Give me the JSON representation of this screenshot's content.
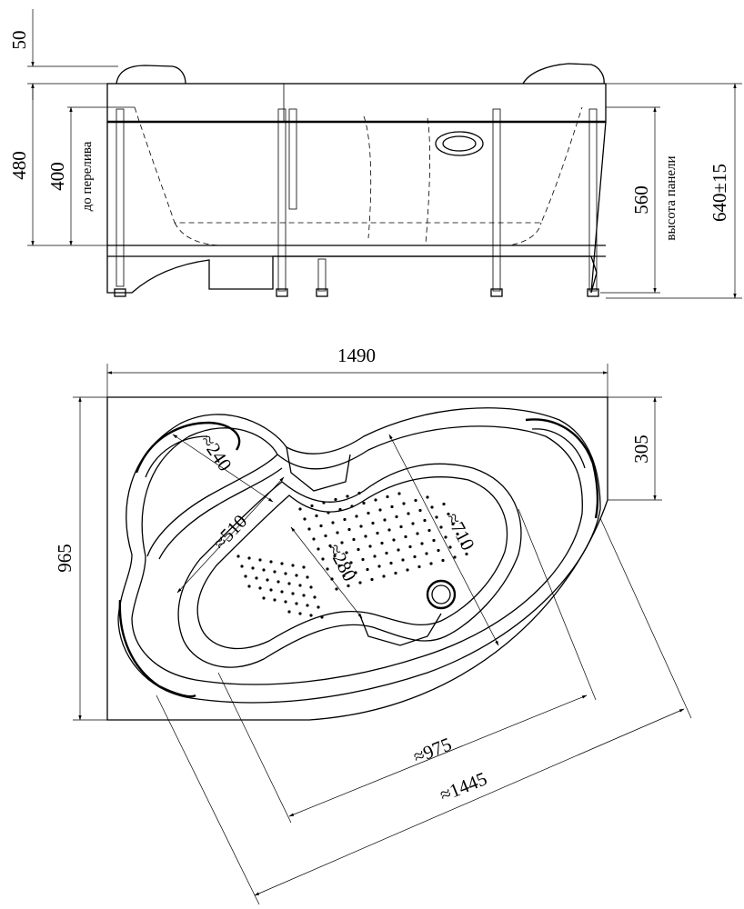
{
  "side_view": {
    "dim_rim_height": "50",
    "dim_tub_height": "480",
    "dim_overflow_height": "400",
    "overflow_label": "до перелива",
    "dim_panel_height": "560",
    "panel_label": "высота панели",
    "dim_total_height": "640±15"
  },
  "top_view": {
    "dim_length": "1490",
    "dim_width": "965",
    "dim_right_depth": "305",
    "dim_headrest": "≈240",
    "dim_seat": "≈510",
    "dim_bowl_width": "≈710",
    "dim_bowl_neck": "≈280",
    "dim_diagonal_inner": "≈975",
    "dim_diagonal_outer": "≈1445"
  }
}
